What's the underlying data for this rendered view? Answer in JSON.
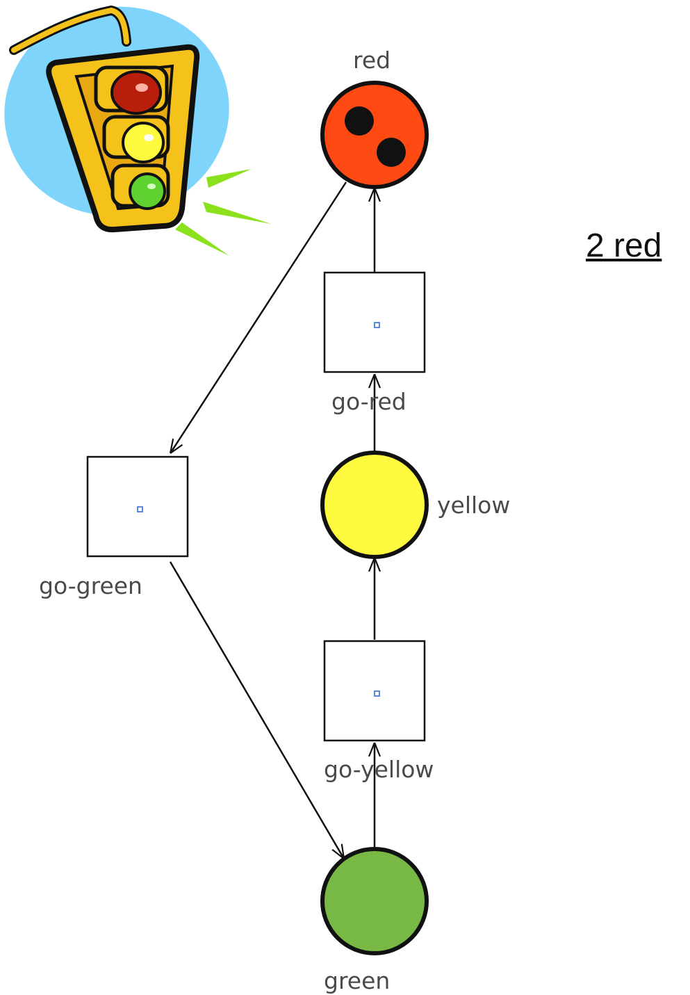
{
  "title": "2 red",
  "places": [
    {
      "id": "red",
      "label": "red",
      "fill": "#ff4a14",
      "tokens": 2
    },
    {
      "id": "yellow",
      "label": "yellow",
      "fill": "#fdfa3f",
      "tokens": 0
    },
    {
      "id": "green",
      "label": "green",
      "fill": "#78b946",
      "tokens": 0
    }
  ],
  "transitions": [
    {
      "id": "go-red",
      "label": "go-red"
    },
    {
      "id": "go-green",
      "label": "go-green"
    },
    {
      "id": "go-yellow",
      "label": "go-yellow"
    }
  ],
  "arcs": [
    {
      "from": "go-red",
      "to": "red"
    },
    {
      "from": "yellow",
      "to": "go-red"
    },
    {
      "from": "go-yellow",
      "to": "yellow"
    },
    {
      "from": "green",
      "to": "go-yellow"
    },
    {
      "from": "red",
      "to": "go-green"
    },
    {
      "from": "go-green",
      "to": "green"
    }
  ],
  "colors": {
    "line": "#111111",
    "label": "#4a4a4a",
    "transition_marker": "#4a7bd6",
    "clipart_sky": "#7fd4fb",
    "clipart_housing": "#f5c21b",
    "clipart_rays": "#8be21c"
  },
  "icons": {
    "clipart": "traffic-light-clipart-icon"
  }
}
